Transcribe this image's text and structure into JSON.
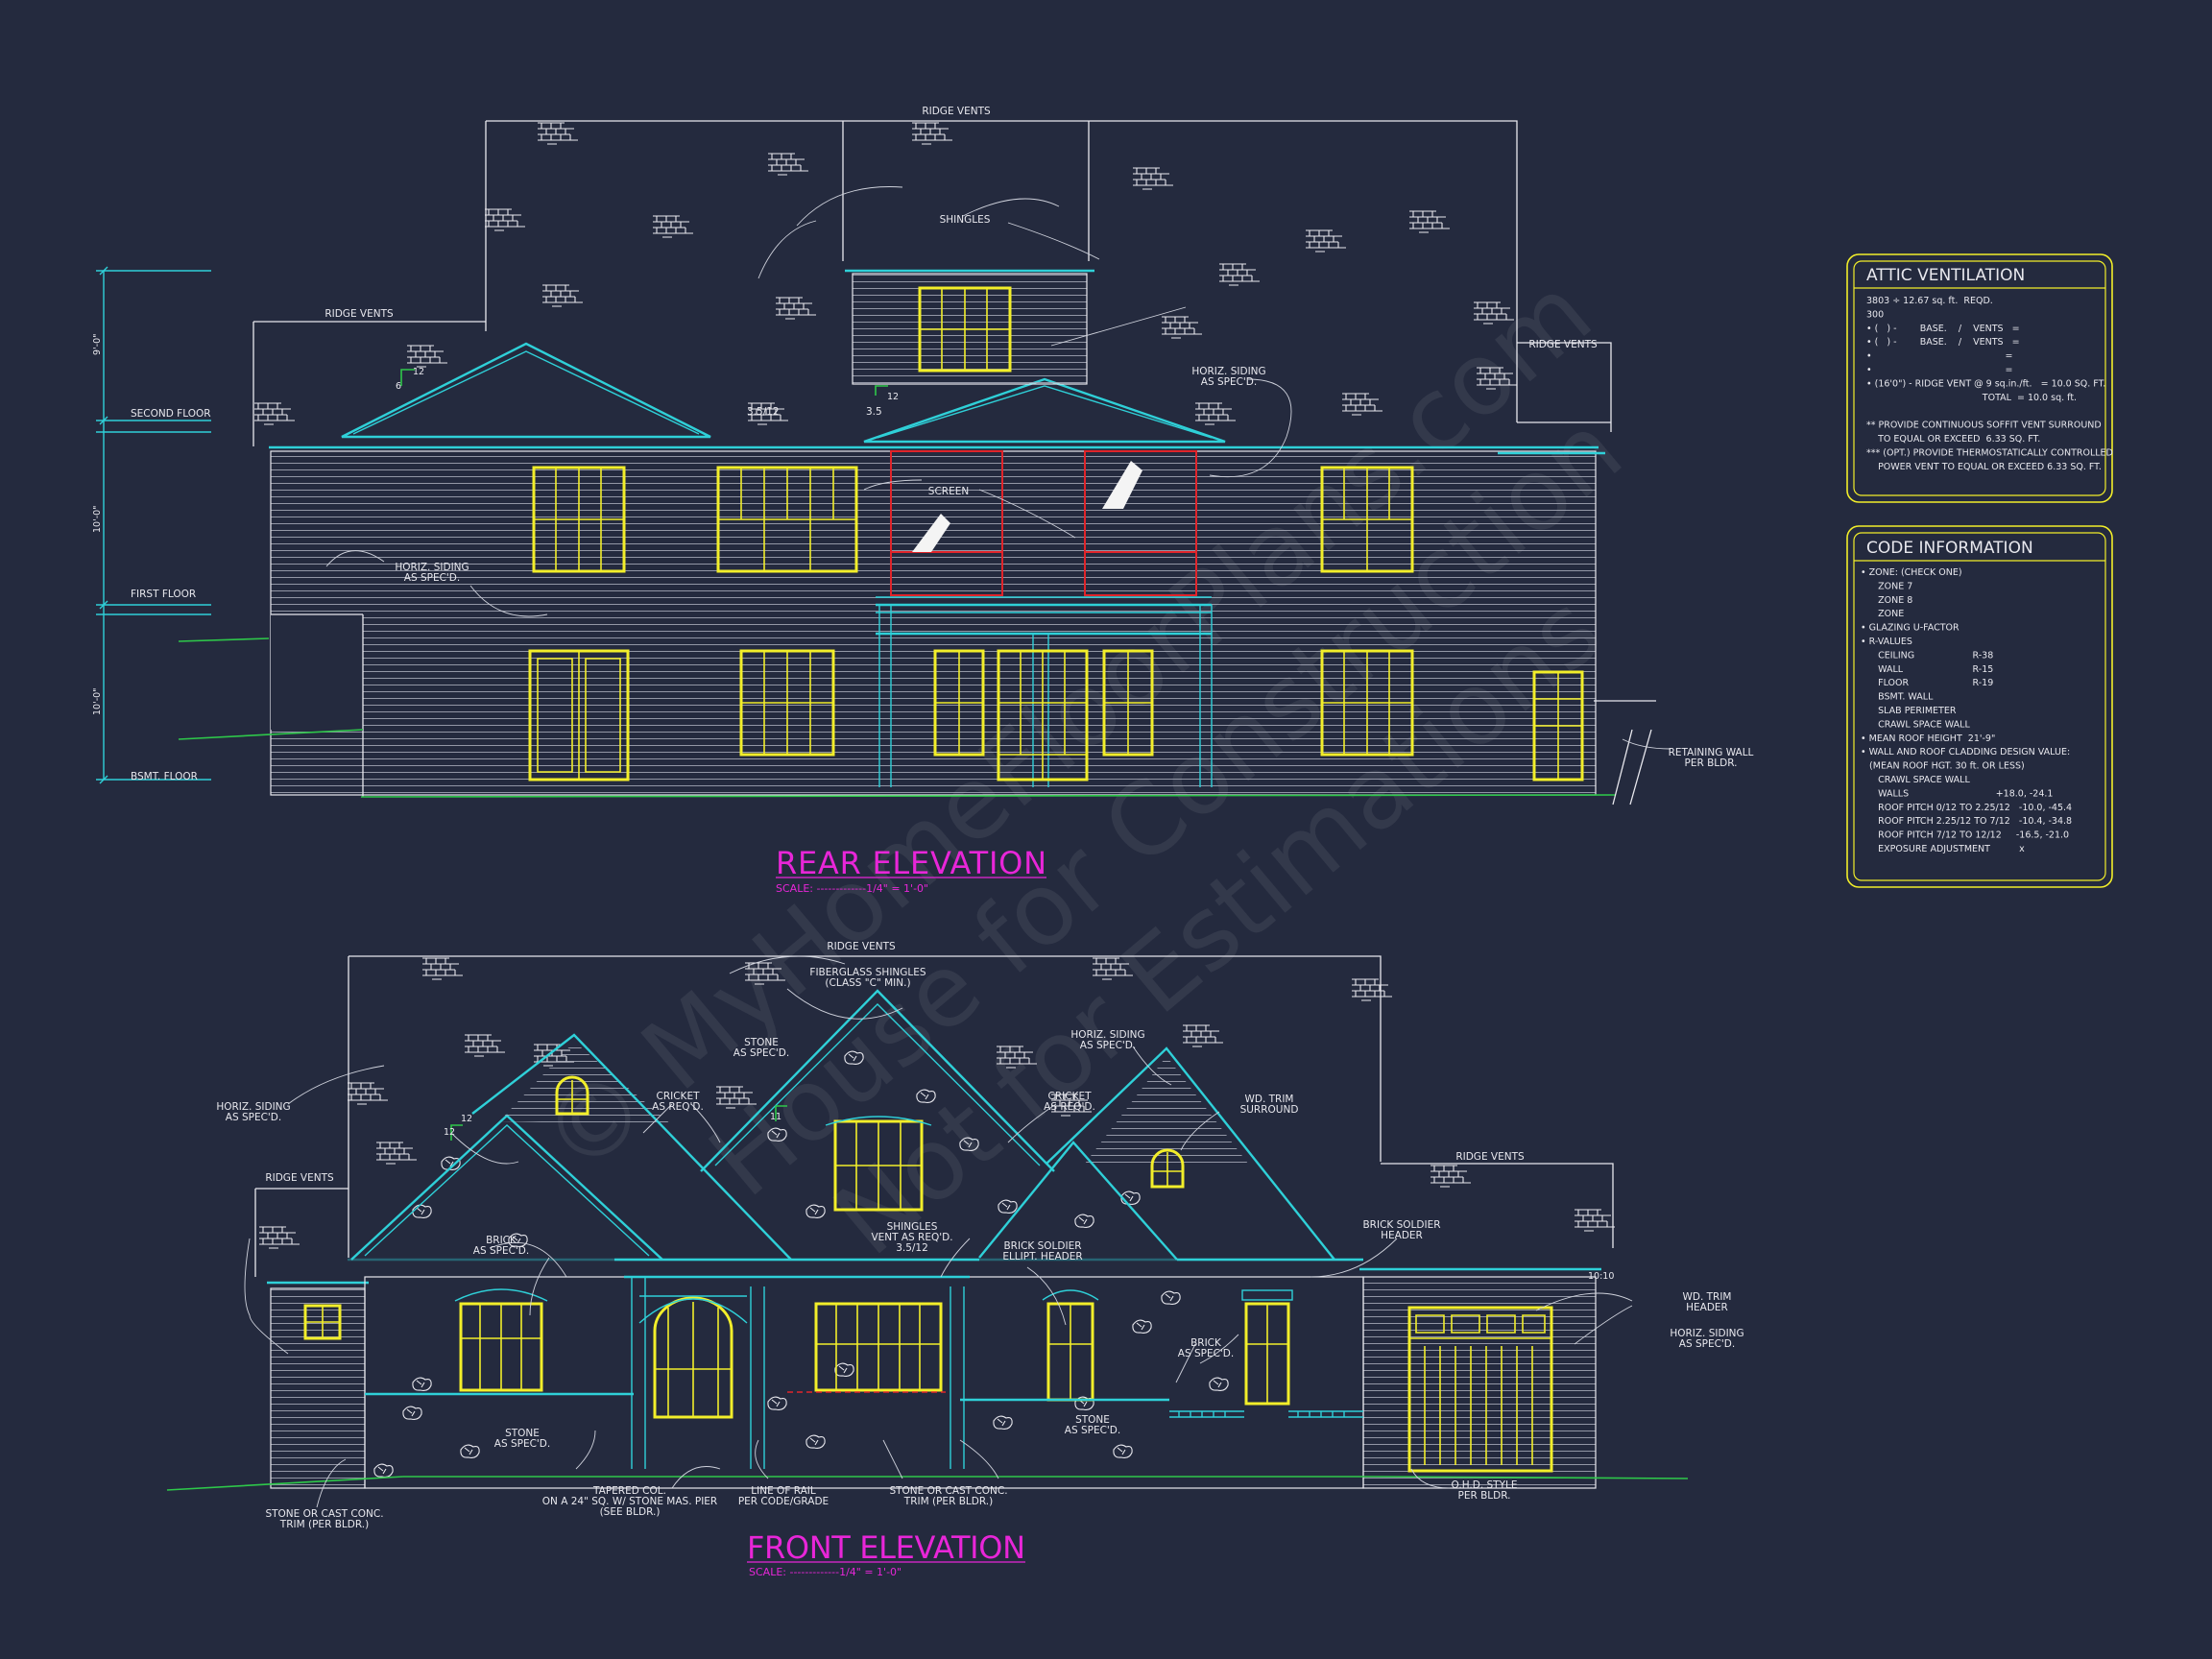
{
  "rear_elevation": {
    "title": "REAR ELEVATION",
    "scale": "SCALE: -------------1/4\" = 1'-0\"",
    "notes": {
      "ridge_vents_top": "RIDGE VENTS",
      "ridge_vents_left": "RIDGE VENTS",
      "ridge_vents_right": "RIDGE VENTS",
      "shingles": "SHINGLES",
      "horiz_siding_right_1": "HORIZ. SIDING",
      "horiz_siding_right_2": "AS SPEC'D.",
      "horiz_siding_left_1": "HORIZ. SIDING",
      "horiz_siding_left_2": "AS SPEC'D.",
      "screen": "SCREEN",
      "retaining_1": "RETAINING WALL",
      "retaining_2": "PER BLDR.",
      "pitch_a": "3.5/12",
      "pitch_b": "3.5",
      "pitch_12a": "12",
      "pitch_6": "6",
      "pitch_12b": "12"
    },
    "levels": {
      "second_floor": "SECOND FLOOR",
      "first_floor": "FIRST FLOOR",
      "bsmt_floor": "BSMT. FLOOR",
      "dim_top": "9'-0\"",
      "dim_mid": "10'-0\"",
      "dim_low": "10'-0\""
    }
  },
  "front_elevation": {
    "title": "FRONT ELEVATION",
    "scale": "SCALE: -------------1/4\" = 1'-0\"",
    "notes": {
      "ridge_vents_top": "RIDGE VENTS",
      "ridge_vents_left": "RIDGE VENTS",
      "ridge_vents_right": "RIDGE VENTS",
      "fiberglass_1": "FIBERGLASS SHINGLES",
      "fiberglass_2": "(CLASS \"C\" MIN.)",
      "stone_top_1": "STONE",
      "stone_top_2": "AS SPEC'D.",
      "horiz_siding_mid_1": "HORIZ. SIDING",
      "horiz_siding_mid_2": "AS SPEC'D.",
      "horiz_siding_left_1": "HORIZ. SIDING",
      "horiz_siding_left_2": "AS SPEC'D.",
      "cricket_left_1": "CRICKET",
      "cricket_left_2": "AS REQ'D.",
      "cricket_right_1": "CRICKET",
      "cricket_right_2": "AS REQ'D.",
      "wd_trim_surround_1": "WD. TRIM",
      "wd_trim_surround_2": "SURROUND",
      "brick_left_1": "BRICK",
      "brick_left_2": "AS SPEC'D.",
      "shingles_vent_1": "SHINGLES",
      "shingles_vent_2": "VENT AS REQ'D.",
      "shingles_vent_3": "3.5/12",
      "brick_soldier_ellipt_1": "BRICK SOLDIER",
      "brick_soldier_ellipt_2": "ELLIPT. HEADER",
      "brick_soldier_header_1": "BRICK SOLDIER",
      "brick_soldier_header_2": "HEADER",
      "brick_right_1": "BRICK",
      "brick_right_2": "AS SPEC'D.",
      "wd_trim_header_1": "WD. TRIM",
      "wd_trim_header_2": "HEADER",
      "horiz_siding_far_1": "HORIZ. SIDING",
      "horiz_siding_far_2": "AS SPEC'D.",
      "stone_mid_1": "STONE",
      "stone_mid_2": "AS SPEC'D.",
      "stone_left_1": "STONE",
      "stone_left_2": "AS SPEC'D.",
      "tapered_1": "TAPERED COL.",
      "tapered_2": "ON A 24\" SQ. W/ STONE MAS. PIER",
      "tapered_3": "(SEE BLDR.)",
      "line_rail_1": "LINE OF RAIL",
      "line_rail_2": "PER CODE/GRADE",
      "stone_trim_1": "STONE OR CAST CONC.",
      "stone_trim_2": "TRIM (PER BLDR.)",
      "stone_trim_left_1": "STONE OR CAST CONC.",
      "stone_trim_left_2": "TRIM (PER BLDR.)",
      "ohd_1": "O.H.D. STYLE",
      "ohd_2": "PER BLDR.",
      "pitch_12a": "12",
      "pitch_12b": "12",
      "pitch_11": "11",
      "pitch_10": "10:10"
    }
  },
  "attic_ventilation": {
    "title": "ATTIC VENTILATION",
    "lines": [
      "3803 ÷ 12.67 sq. ft.  REQD.",
      "300",
      "• (   ) -        BASE.    /    VENTS   =",
      "• (   ) -        BASE.    /    VENTS   =",
      "•                                              =",
      "•                                              =",
      "• (16'0\") - RIDGE VENT @ 9 sq.in./ft.   = 10.0 SQ. FT.",
      "                                        TOTAL  = 10.0 sq. ft.",
      "",
      "** PROVIDE CONTINUOUS SOFFIT VENT SURROUND",
      "    TO EQUAL OR EXCEED  6.33 SQ. FT.",
      "*** (OPT.) PROVIDE THERMOSTATICALLY CONTROLLED",
      "    POWER VENT TO EQUAL OR EXCEED 6.33 SQ. FT."
    ]
  },
  "code_information": {
    "title": "CODE INFORMATION",
    "lines": [
      "• ZONE: (CHECK ONE)",
      "      ZONE 7",
      "      ZONE 8",
      "      ZONE",
      "• GLAZING U-FACTOR",
      "• R-VALUES",
      "      CEILING                    R-38",
      "      WALL                        R-15",
      "      FLOOR                      R-19",
      "      BSMT. WALL",
      "      SLAB PERIMETER",
      "      CRAWL SPACE WALL",
      "• MEAN ROOF HEIGHT  21'-9\"",
      "• WALL AND ROOF CLADDING DESIGN VALUE:",
      "   (MEAN ROOF HGT. 30 ft. OR LESS)",
      "      CRAWL SPACE WALL",
      "      WALLS                              +18.0, -24.1",
      "      ROOF PITCH 0/12 TO 2.25/12   -10.0, -45.4",
      "      ROOF PITCH 2.25/12 TO 7/12   -10.4, -34.8",
      "      ROOF PITCH 7/12 TO 12/12     -16.5, -21.0",
      "      EXPOSURE ADJUSTMENT          x"
    ]
  },
  "watermark": {
    "line1": "© MyHomeFloorPlans.com",
    "line2": "House for Construction",
    "line3": "Not for Estimations"
  },
  "colors": {
    "background": "#242a3e",
    "linework": "#e8e8ee",
    "cyan": "#2fd0d8",
    "yellow": "#f2ee2a",
    "magenta": "#e826d8",
    "green": "#2ec84a",
    "red": "#e0242a"
  }
}
